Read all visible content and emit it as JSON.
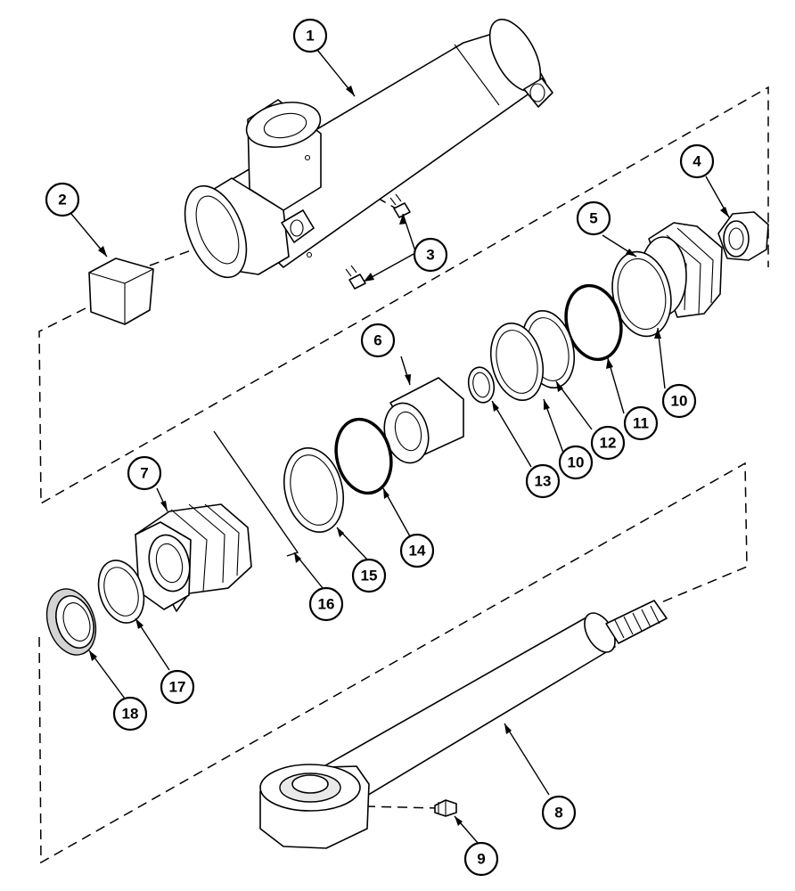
{
  "diagram": {
    "callouts": [
      {
        "id": "c1",
        "label": "1"
      },
      {
        "id": "c2",
        "label": "2"
      },
      {
        "id": "c3",
        "label": "3"
      },
      {
        "id": "c4",
        "label": "4"
      },
      {
        "id": "c5",
        "label": "5"
      },
      {
        "id": "c6",
        "label": "6"
      },
      {
        "id": "c7",
        "label": "7"
      },
      {
        "id": "c8",
        "label": "8"
      },
      {
        "id": "c9",
        "label": "9"
      },
      {
        "id": "c10a",
        "label": "10"
      },
      {
        "id": "c10b",
        "label": "10"
      },
      {
        "id": "c11",
        "label": "11"
      },
      {
        "id": "c12",
        "label": "12"
      },
      {
        "id": "c13",
        "label": "13"
      },
      {
        "id": "c14",
        "label": "14"
      },
      {
        "id": "c15",
        "label": "15"
      },
      {
        "id": "c16",
        "label": "16"
      },
      {
        "id": "c17",
        "label": "17"
      },
      {
        "id": "c18",
        "label": "18"
      }
    ]
  }
}
